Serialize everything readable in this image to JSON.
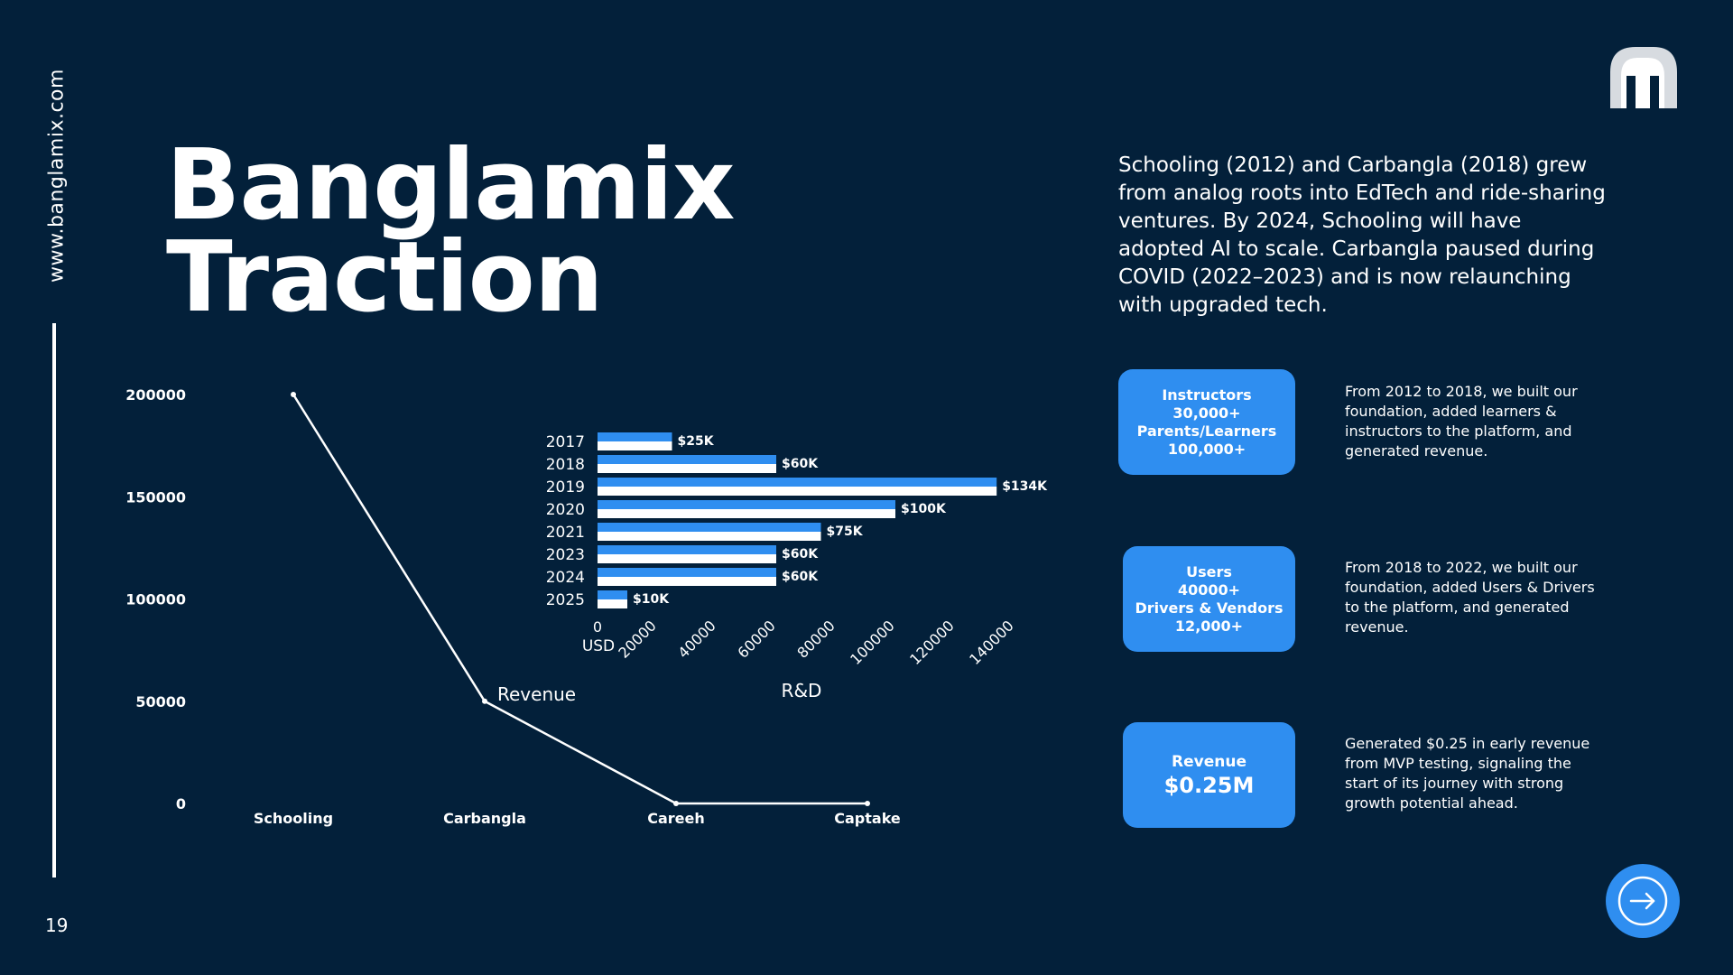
{
  "sidebar": {
    "url": "www.banglamix.com",
    "page_number": "19"
  },
  "title": {
    "line1": "Banglamix",
    "line2": "Traction"
  },
  "intro_text": "Schooling (2012) and Carbangla (2018) grew from analog roots into EdTech and ride-sharing ventures. By 2024, Schooling will have adopted AI to scale. Carbangla paused during COVID (2022–2023) and is now relaunching with upgraded tech.",
  "stats": [
    {
      "lines": [
        "Instructors",
        "30,000+",
        "Parents/Learners",
        "100,000+"
      ],
      "description": "From 2012 to 2018, we built our foundation, added learners & instructors to the platform, and generated revenue."
    },
    {
      "lines": [
        "Users",
        "40000+",
        "Drivers & Vendors",
        "12,000+"
      ],
      "description": "From 2018 to 2022, we built our foundation, added Users & Drivers to the platform, and generated revenue."
    },
    {
      "label": "Revenue",
      "value": "$0.25M",
      "description": "Generated $0.25 in early revenue from MVP testing, signaling the start of its journey with strong growth potential ahead."
    }
  ],
  "chart_data": [
    {
      "type": "line",
      "categories": [
        "Schooling",
        "Carbangla",
        "Careeh",
        "Captake"
      ],
      "series": [
        {
          "name": "Revenue",
          "values": [
            200000,
            50000,
            0,
            0
          ]
        }
      ],
      "ylim": [
        0,
        200000
      ],
      "yticks": [
        "0",
        "50000",
        "100000",
        "150000",
        "200000"
      ],
      "grid": false
    },
    {
      "type": "bar",
      "orientation": "horizontal",
      "categories": [
        "2017",
        "2018",
        "2019",
        "2020",
        "2021",
        "2023",
        "2024",
        "2025"
      ],
      "values": [
        25,
        60,
        134,
        100,
        75,
        60,
        60,
        10
      ],
      "value_labels": [
        "$25K",
        "$60K",
        "$134K",
        "$100K",
        "$75K",
        "$60K",
        "$60K",
        "$10K"
      ],
      "xlim": [
        0,
        140000
      ],
      "xticks": [
        "0",
        "20000",
        "40000",
        "60000",
        "80000",
        "100000",
        "120000",
        "140000"
      ],
      "xlabel": "R&D",
      "unit_label": "USD",
      "colors": [
        "#2f8ef0",
        "#ffffff"
      ]
    }
  ]
}
